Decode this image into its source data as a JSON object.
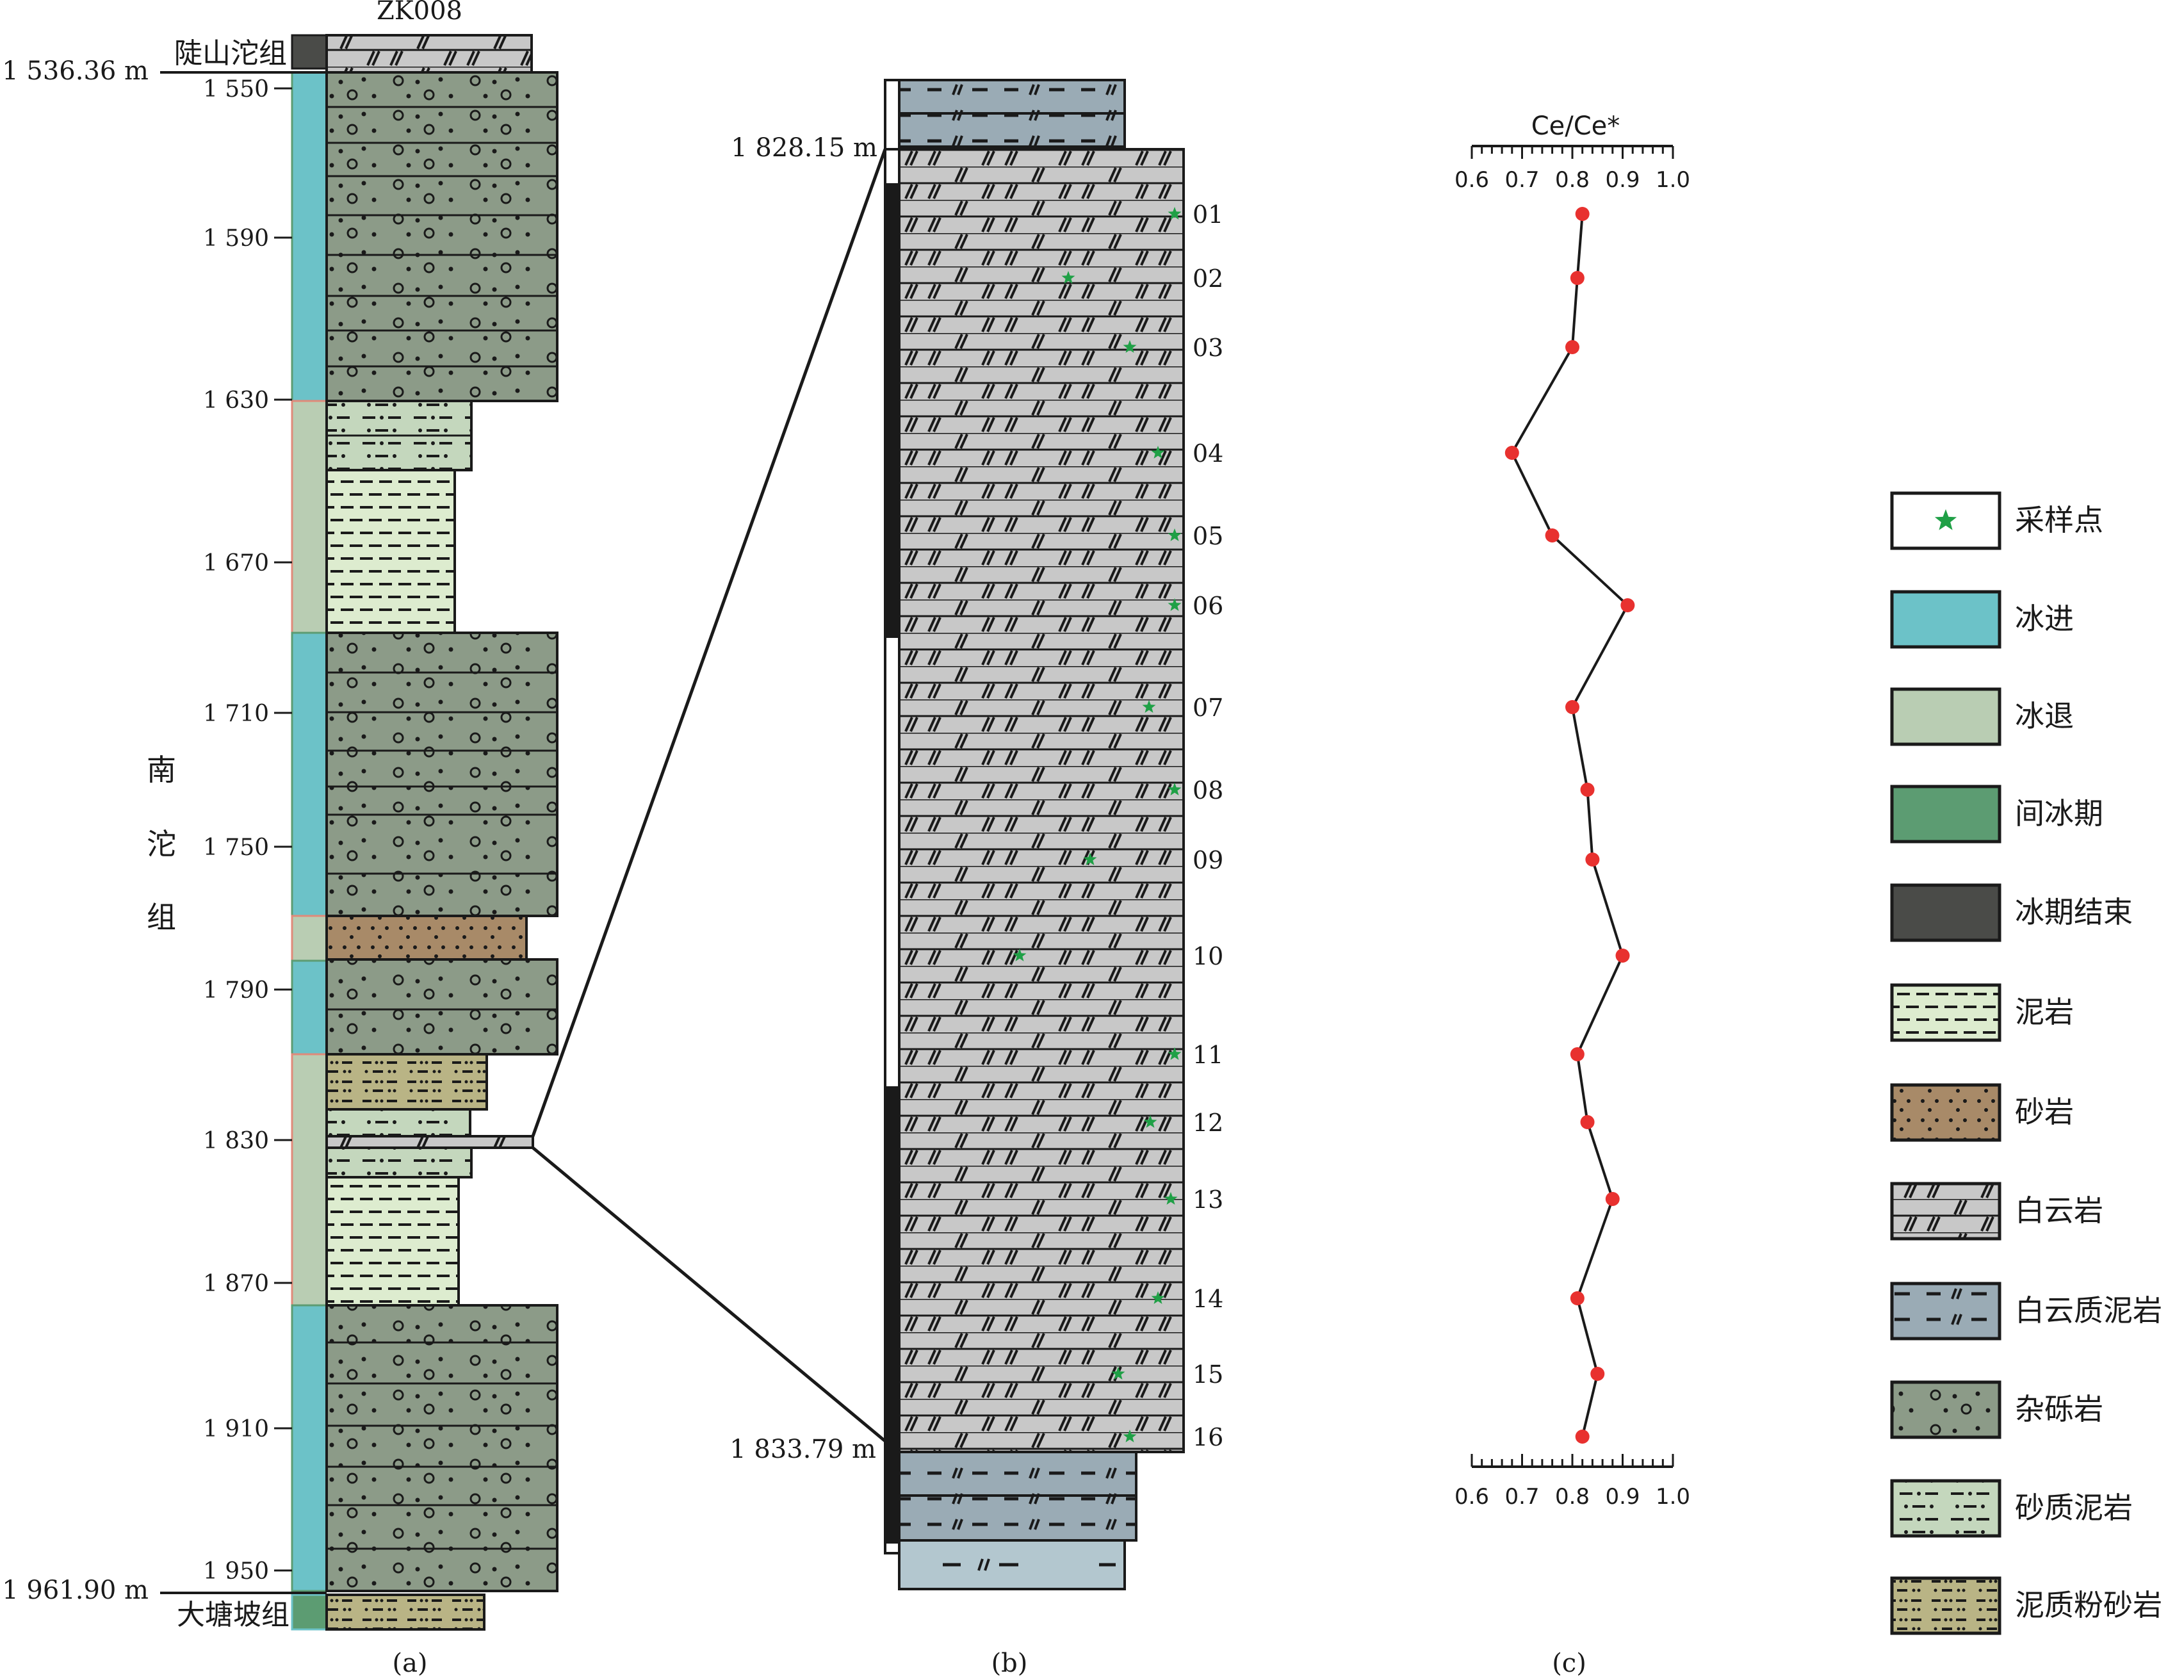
{
  "panel_a": {
    "well_name": "ZK008",
    "top_depth": "1 536.36 m",
    "bottom_depth": "1 961.90 m",
    "formation_top": "陡山沱组",
    "formation_main": [
      "南",
      "沱",
      "组"
    ],
    "formation_bottom": "大塘坡组",
    "depth_ticks": [
      "1 550",
      "1 590",
      "1 630",
      "1 670",
      "1 710",
      "1 750",
      "1 790",
      "1 830",
      "1 870",
      "1 910",
      "1 950"
    ],
    "caption": "(a)"
  },
  "panel_b": {
    "top_depth": "1 828.15 m",
    "bottom_depth": "1 833.79 m",
    "sample_labels": [
      "01",
      "02",
      "03",
      "04",
      "05",
      "06",
      "07",
      "08",
      "09",
      "10",
      "11",
      "12",
      "13",
      "14",
      "15",
      "16"
    ],
    "caption": "(b)"
  },
  "panel_c": {
    "axis_title": "Ce/Ce*",
    "tick_labels": [
      "0.6",
      "0.7",
      "0.8",
      "0.9",
      "1.0"
    ],
    "caption": "(c)"
  },
  "chart_data": {
    "type": "line",
    "title": "Ce/Ce*",
    "x_axis": {
      "range": [
        0.6,
        1.0
      ],
      "ticks": [
        0.6,
        0.7,
        0.8,
        0.9,
        1.0
      ]
    },
    "samples": [
      "01",
      "02",
      "03",
      "04",
      "05",
      "06",
      "07",
      "08",
      "09",
      "10",
      "11",
      "12",
      "13",
      "14",
      "15",
      "16"
    ],
    "values": [
      0.82,
      0.81,
      0.8,
      0.68,
      0.76,
      0.91,
      0.8,
      0.83,
      0.84,
      0.9,
      0.81,
      0.83,
      0.88,
      0.81,
      0.85,
      0.82
    ],
    "line_color": "#1a1a1a",
    "marker_color": "#e8312f"
  },
  "legend": {
    "items": [
      {
        "label": "采样点",
        "symbol": "star"
      },
      {
        "label": "冰进",
        "symbol": "fill",
        "color": "#6cc2c8"
      },
      {
        "label": "冰退",
        "symbol": "fill",
        "color": "#b9cdb3"
      },
      {
        "label": "间冰期",
        "symbol": "fill",
        "color": "#5c9c72"
      },
      {
        "label": "冰期结束",
        "symbol": "fill",
        "color": "#4a4b48"
      },
      {
        "label": "泥岩",
        "symbol": "mudstone"
      },
      {
        "label": "砂岩",
        "symbol": "sandstone"
      },
      {
        "label": "白云岩",
        "symbol": "dolomite"
      },
      {
        "label": "白云质泥岩",
        "symbol": "dolomitic-mudstone"
      },
      {
        "label": "杂砾岩",
        "symbol": "diamictite"
      },
      {
        "label": "砂质泥岩",
        "symbol": "sandy-mudstone"
      },
      {
        "label": "泥质粉砂岩",
        "symbol": "argillaceous-siltstone"
      }
    ]
  },
  "colors": {
    "advance": "#6cc2c8",
    "retreat": "#b9cdb3",
    "interglacial": "#5c9c72",
    "glacial_end": "#4a4b48",
    "diamictite": "#8c9b88",
    "mudstone": "#ddeccf",
    "sandy_mudstone": "#c4d7bd",
    "sandstone": "#a88a68",
    "siltstone": "#b9b485",
    "dolomite": "#c8c8c8",
    "dolomitic_mudstone": "#9aabb5",
    "sample_star": "#1fa046"
  }
}
